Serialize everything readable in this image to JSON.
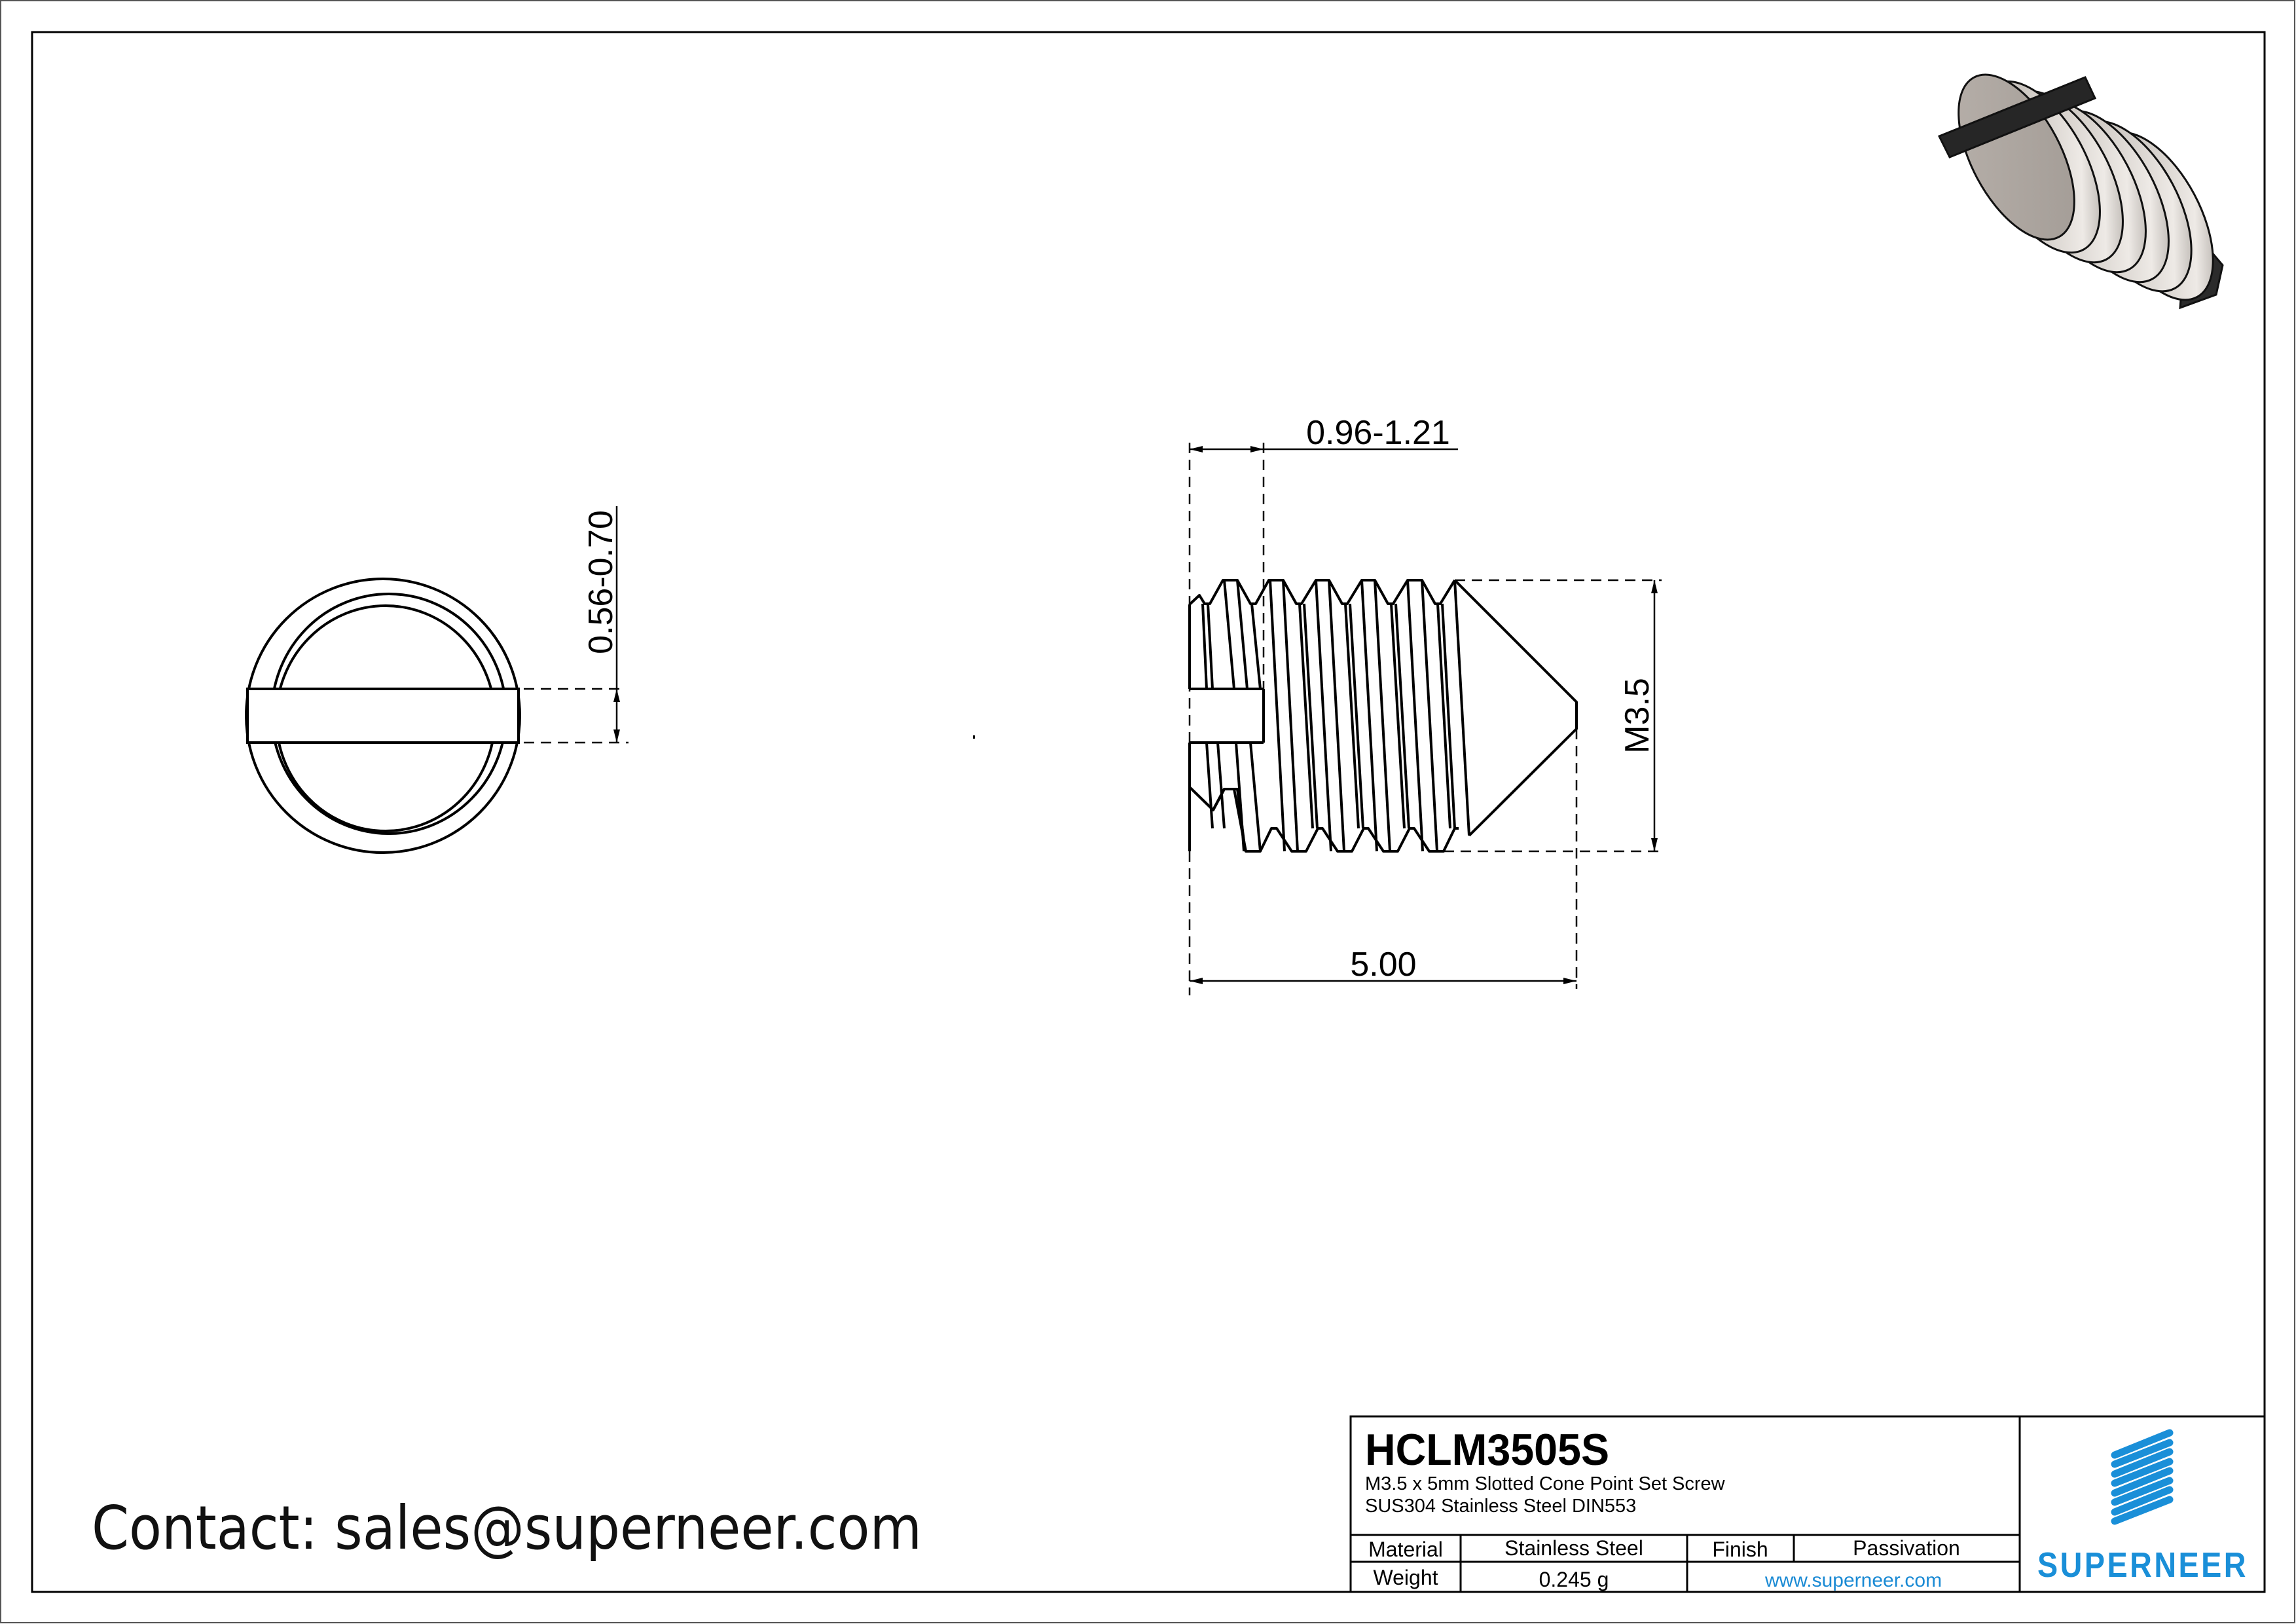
{
  "drawing": {
    "front_view": {
      "slot_width_dim": "0.56-0.70"
    },
    "side_view": {
      "slot_depth_dim": "0.96-1.21",
      "thread_dim": "M3.5",
      "length_dim": "5.00"
    },
    "render_3d": {
      "icon": "slotted-cone-point-set-screw-render"
    }
  },
  "contact": {
    "text": "Contact: sales@superneer.com"
  },
  "title_block": {
    "part_number": "HCLM3505S",
    "description_line1": "M3.5 x 5mm Slotted Cone Point Set Screw",
    "description_line2": "SUS304 Stainless Steel DIN553",
    "material_label": "Material",
    "material_value": "Stainless Steel",
    "finish_label": "Finish",
    "finish_value": "Passivation",
    "weight_label": "Weight",
    "weight_value": "0.245 g",
    "website": "www.superneer.com",
    "brand_name": "SUPERNEER",
    "brand_color": "#1a8fd8"
  }
}
